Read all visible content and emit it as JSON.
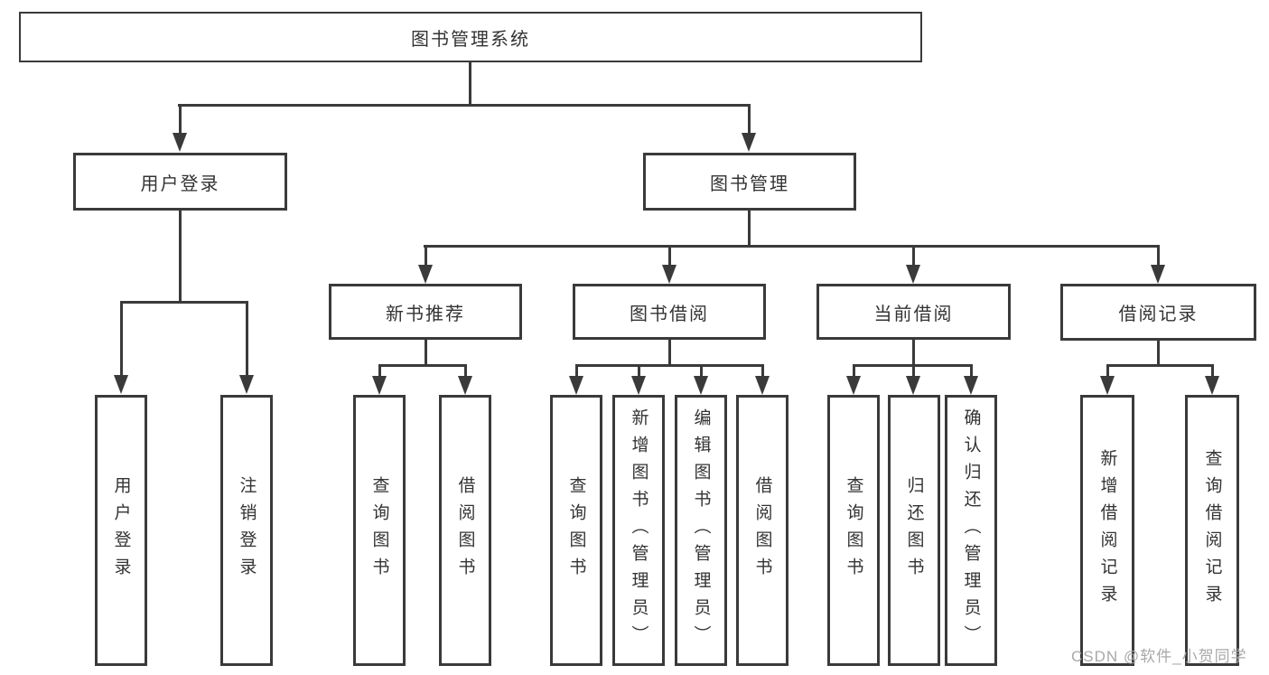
{
  "diagram": {
    "root": {
      "label": "图书管理系统"
    },
    "level2": {
      "user_login": {
        "label": "用户登录"
      },
      "book_mgmt": {
        "label": "图书管理"
      }
    },
    "level3": {
      "new_book": {
        "label": "新书推荐"
      },
      "book_borrow": {
        "label": "图书借阅"
      },
      "current_borrow": {
        "label": "当前借阅"
      },
      "borrow_records": {
        "label": "借阅记录"
      }
    },
    "leaves": {
      "user_login": {
        "label": "用户登录"
      },
      "logout": {
        "label": "注销登录"
      },
      "nb_query": {
        "label": "查询图书"
      },
      "nb_borrow": {
        "label": "借阅图书"
      },
      "bb_query": {
        "label": "查询图书"
      },
      "bb_add": {
        "label": "新增图书（管理员）"
      },
      "bb_edit": {
        "label": "编辑图书（管理员）"
      },
      "bb_borrow": {
        "label": "借阅图书"
      },
      "cb_query": {
        "label": "查询图书"
      },
      "cb_return": {
        "label": "归还图书"
      },
      "cb_confirm": {
        "label": "确认归还（管理员）"
      },
      "br_add": {
        "label": "新增借阅记录"
      },
      "br_query": {
        "label": "查询借阅记录"
      }
    },
    "watermark": "CSDN @软件_小贺同学",
    "colors": {
      "line": "#3a3a3a",
      "text": "#333333",
      "watermark": "#a9a9a9",
      "background": "#ffffff"
    }
  }
}
